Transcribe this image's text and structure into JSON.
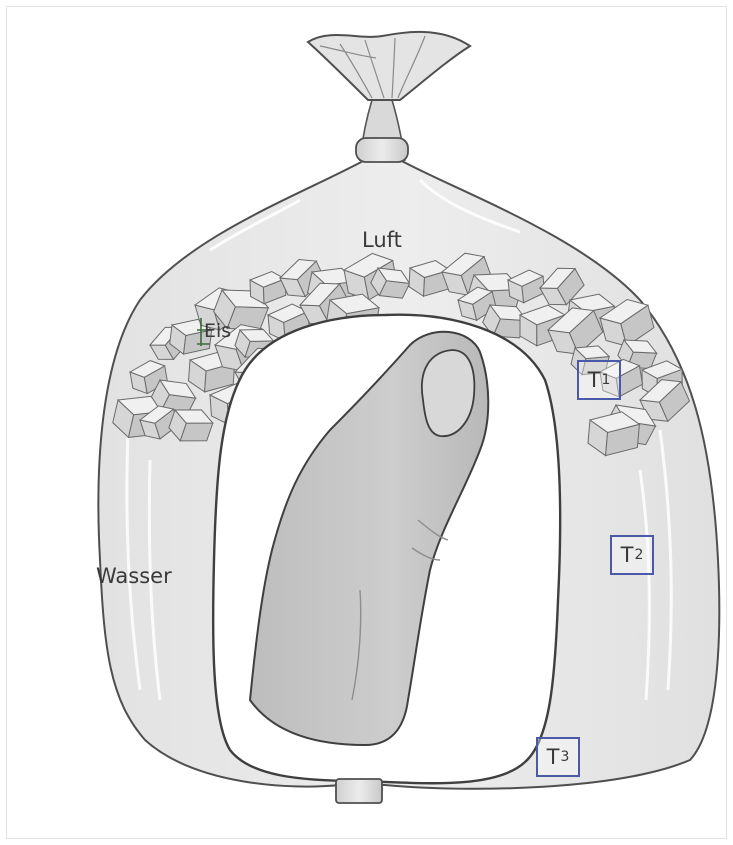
{
  "labels": {
    "air": "Luft",
    "ice": "Eis",
    "water": "Wasser"
  },
  "sensors": [
    {
      "letter": "T",
      "index": "1"
    },
    {
      "letter": "T",
      "index": "2"
    },
    {
      "letter": "T",
      "index": "3"
    }
  ],
  "colors": {
    "bag_fill": "#e6e6e6",
    "bag_outline": "#4f4f4f",
    "ice_fill": "#dcdcdc",
    "finger_fill": "#c9c9c9",
    "sensor_border": "#4a5aa8",
    "text": "#3a3a3a"
  }
}
